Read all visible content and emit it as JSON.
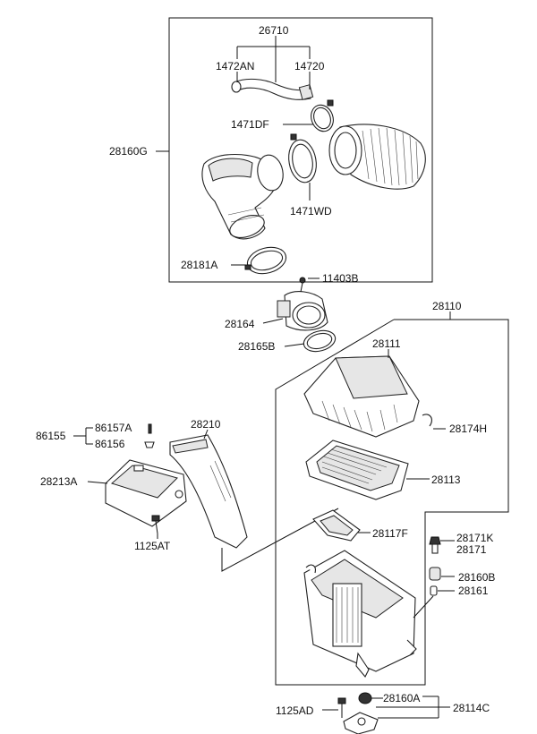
{
  "parts": {
    "p26710": "26710",
    "p1472AN": "1472AN",
    "p14720": "14720",
    "p1471DF": "1471DF",
    "p28160G": "28160G",
    "p1471WD": "1471WD",
    "p28181A": "28181A",
    "p11403B": "11403B",
    "p28110": "28110",
    "p28164": "28164",
    "p28165B": "28165B",
    "p28111": "28111",
    "p28210": "28210",
    "p28174H": "28174H",
    "p86155": "86155",
    "p86157A": "86157A",
    "p86156": "86156",
    "p28213A": "28213A",
    "p28113": "28113",
    "p28117F": "28117F",
    "p28171K": "28171K",
    "p28171": "28171",
    "p1125AT": "1125AT",
    "p28160B": "28160B",
    "p28161": "28161",
    "p28160A": "28160A",
    "p28114C": "28114C",
    "p1125AD": "1125AD"
  }
}
